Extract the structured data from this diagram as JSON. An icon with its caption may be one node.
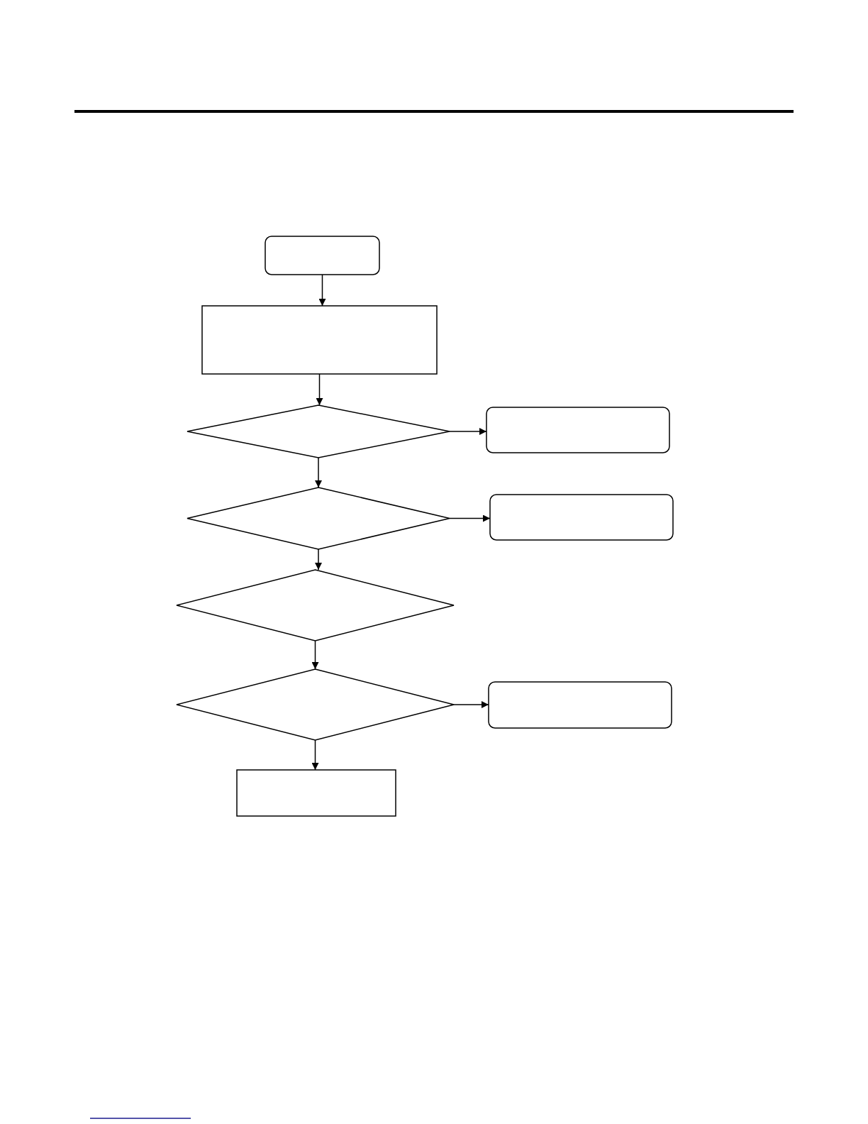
{
  "diagram": {
    "nodes": [
      {
        "text": [],
        "shape": "box"
      },
      {
        "text": [],
        "shape": "box"
      },
      {
        "text": [],
        "shape": "diamond"
      },
      {
        "text": [],
        "shape": "box"
      },
      {
        "text": [],
        "shape": "diamond"
      },
      {
        "text": [],
        "shape": "box"
      },
      {
        "text": [],
        "shape": "diamond"
      },
      {
        "text": [],
        "shape": "diamond"
      },
      {
        "text": [],
        "shape": "box"
      },
      {
        "text": [],
        "shape": "box"
      }
    ],
    "edges": [
      {
        "from": 0,
        "to": 1,
        "arrow": "to"
      },
      {
        "from": 1,
        "to": 2,
        "arrow": "to"
      },
      {
        "from": 2,
        "to": 3,
        "arrow": "to"
      },
      {
        "from": 2,
        "to": 4,
        "arrow": "to"
      },
      {
        "from": 4,
        "to": 5,
        "arrow": "to"
      },
      {
        "from": 4,
        "to": 6,
        "arrow": "to"
      },
      {
        "from": 6,
        "to": 7,
        "arrow": "to"
      },
      {
        "from": 7,
        "to": 8,
        "arrow": "to"
      },
      {
        "from": 7,
        "to": 9,
        "arrow": "to"
      }
    ]
  }
}
